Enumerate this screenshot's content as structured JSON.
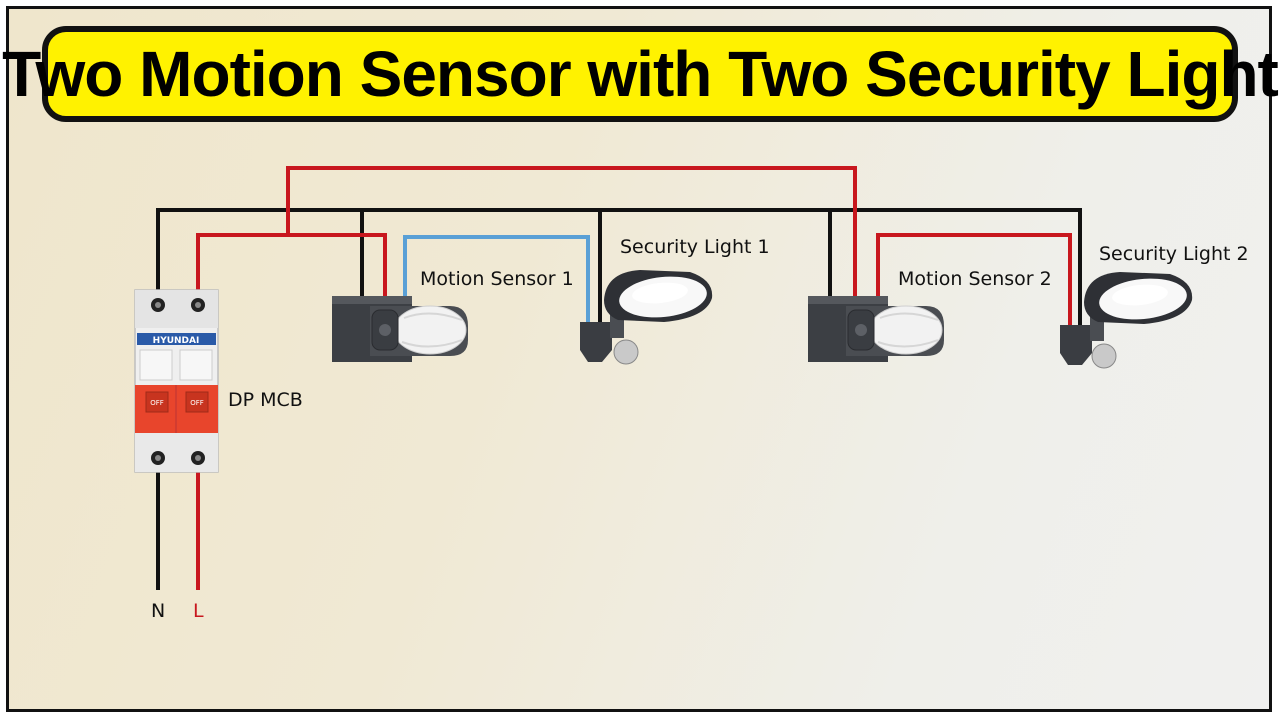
{
  "title": "Two Motion Sensor with Two Security Light",
  "labels": {
    "motion_sensor_1": "Motion Sensor 1",
    "motion_sensor_2": "Motion Sensor 2",
    "security_light_1": "Security Light 1",
    "security_light_2": "Security Light 2",
    "mcb": "DP MCB",
    "neutral": "N",
    "live": "L"
  },
  "mcb_device": {
    "brand": "HYUNDAI",
    "switch_text": "OFF"
  },
  "colors": {
    "title_background": "#fff200",
    "live_wire": "#c8171e",
    "neutral_wire": "#111111",
    "switched_live_wire_1": "#5aa0d6",
    "switched_live_wire_2": "#c8171e",
    "mcb_handle": "#e8452c"
  }
}
